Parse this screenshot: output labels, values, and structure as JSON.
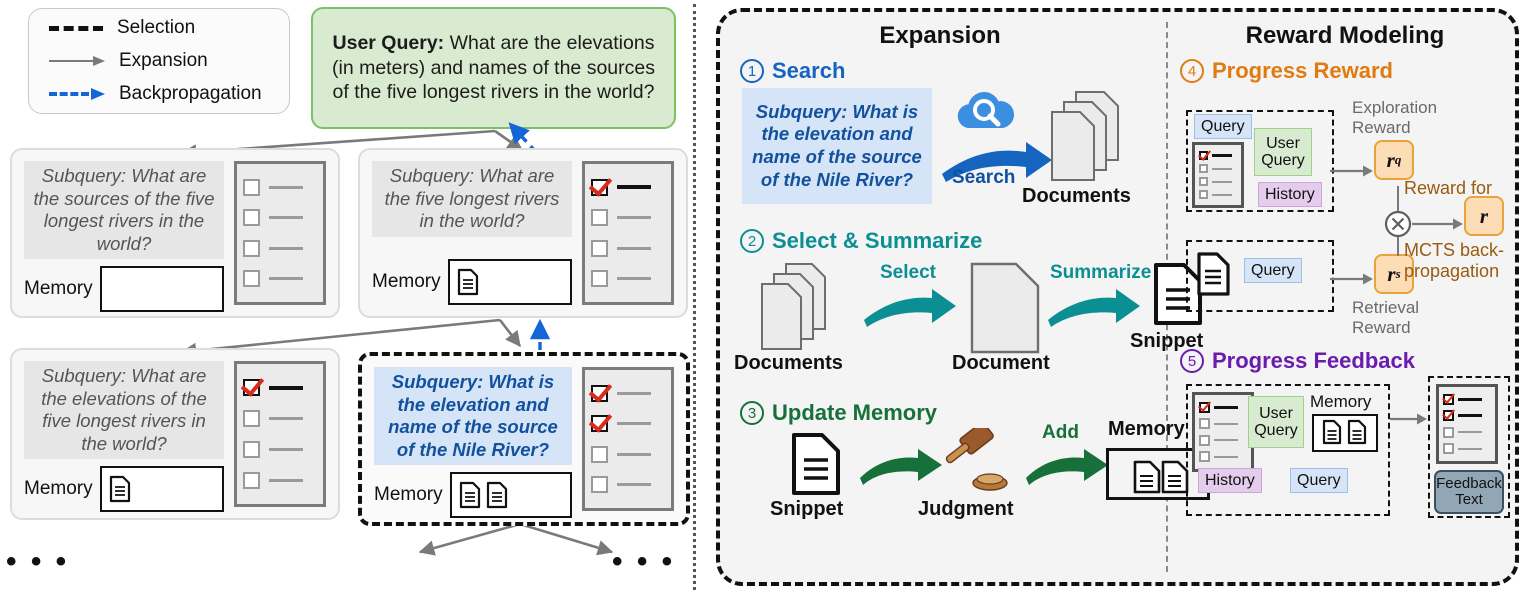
{
  "legend": {
    "items": [
      {
        "label": "Selection",
        "style": "dashed-black",
        "icon": "dashed-line-icon"
      },
      {
        "label": "Expansion",
        "style": "solid-gray-arrow",
        "icon": "arrow-right-icon"
      },
      {
        "label": "Backpropagation",
        "style": "dashed-blue-arrow",
        "icon": "dashed-arrow-icon"
      }
    ]
  },
  "tree": {
    "root": {
      "label": "User Query:",
      "text": "What are the elevations (in meters) and names of the sources of the five longest rivers in the world?",
      "bg_color": "#d8ead0",
      "border_color": "#7dc163"
    },
    "memory_label": "Memory",
    "nodes": [
      {
        "subquery": "Subquery: What are the sources of the five longest rivers in the world?",
        "selected": false,
        "memory_docs": 0,
        "checks": [
          false,
          false,
          false,
          false
        ]
      },
      {
        "subquery": "Subquery: What are the five longest rivers in the world?",
        "selected": false,
        "memory_docs": 1,
        "checks": [
          true,
          false,
          false,
          false
        ]
      },
      {
        "subquery": "Subquery: What are the elevations of the five longest rivers in the world?",
        "selected": false,
        "memory_docs": 1,
        "checks": [
          true,
          false,
          false,
          false
        ]
      },
      {
        "subquery": "Subquery: What is the elevation and name of the source of the Nile River?",
        "selected": true,
        "memory_docs": 2,
        "checks": [
          true,
          true,
          false,
          false
        ]
      }
    ],
    "ellipsis_left": "• • •",
    "ellipsis_right": "• • •"
  },
  "expansion": {
    "title": "Expansion",
    "accent_color": "#1565c0",
    "steps": [
      {
        "number": "①",
        "title": "Search",
        "color": "#1565c0",
        "query_text": "Subquery: What is the elevation and name of the source of the Nile River?",
        "arrow_label": "Search",
        "output_label": "Documents"
      },
      {
        "number": "②",
        "title": "Select & Summarize",
        "color": "#0b8f93",
        "input_label": "Documents",
        "arrow1_label": "Select",
        "middle_label": "Document",
        "arrow2_label": "Summarize",
        "output_label": "Snippet"
      },
      {
        "number": "③",
        "title": "Update Memory",
        "color": "#17703a",
        "input_label": "Snippet",
        "middle_label": "Judgment",
        "arrow_label": "Add",
        "output_label": "Memory"
      }
    ]
  },
  "reward_modeling": {
    "title": "Reward Modeling",
    "steps": [
      {
        "number": "④",
        "title": "Progress Reward",
        "color": "#e07b12",
        "tags": {
          "query": "Query",
          "user_query": "User Query",
          "history": "History",
          "query2": "Query"
        },
        "exploration_reward_label": "Exploration Reward",
        "retrieval_reward_label": "Retrieval Reward",
        "r_q": "r",
        "r_q_sub": "q",
        "r_s": "r",
        "r_s_sub": "s",
        "r": "r",
        "operator": "⊗",
        "reward_for_label": "Reward for",
        "mcts_label": "MCTS back-propagation"
      },
      {
        "number": "⑤",
        "title": "Progress Feedback",
        "color": "#6a1bb0",
        "tags": {
          "user_query": "User Query",
          "memory": "Memory",
          "history": "History",
          "query": "Query"
        },
        "feedback_label": "Feedback Text"
      }
    ]
  }
}
